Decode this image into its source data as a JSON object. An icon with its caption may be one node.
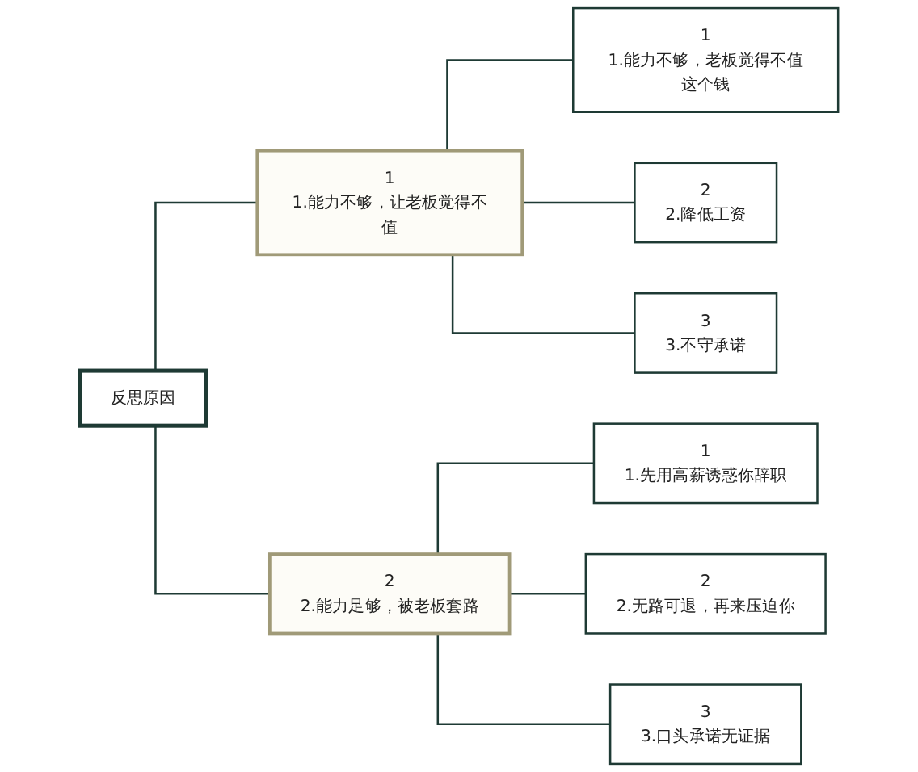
{
  "diagram": {
    "nodes": [
      {
        "text": [
          "反思原因"
        ]
      },
      {
        "text": [
          "1",
          "1.能力不够，让老板觉得不值"
        ]
      },
      {
        "text": [
          "1",
          "1.能力不够，老板觉得不值这个钱"
        ]
      },
      {
        "text": [
          "2",
          "2.降低工资"
        ]
      },
      {
        "text": [
          "3",
          "3.不守承诺"
        ]
      },
      {
        "text": [
          "2",
          "2.能力足够，被老板套路"
        ]
      },
      {
        "text": [
          "1",
          "1.先用高薪诱惑你辞职"
        ]
      },
      {
        "text": [
          "2",
          "2.无路可退，再来压迫你"
        ]
      },
      {
        "text": [
          "3",
          "3.口头承诺无证据"
        ]
      }
    ],
    "edges": [
      {
        "from": 0,
        "to": 1,
        "arrow": "none"
      },
      {
        "from": 1,
        "to": 2,
        "arrow": "none"
      },
      {
        "from": 1,
        "to": 3,
        "arrow": "none"
      },
      {
        "from": 1,
        "to": 4,
        "arrow": "none"
      },
      {
        "from": 0,
        "to": 5,
        "arrow": "none"
      },
      {
        "from": 5,
        "to": 6,
        "arrow": "none"
      },
      {
        "from": 5,
        "to": 7,
        "arrow": "none"
      },
      {
        "from": 5,
        "to": 8,
        "arrow": "none"
      }
    ]
  }
}
